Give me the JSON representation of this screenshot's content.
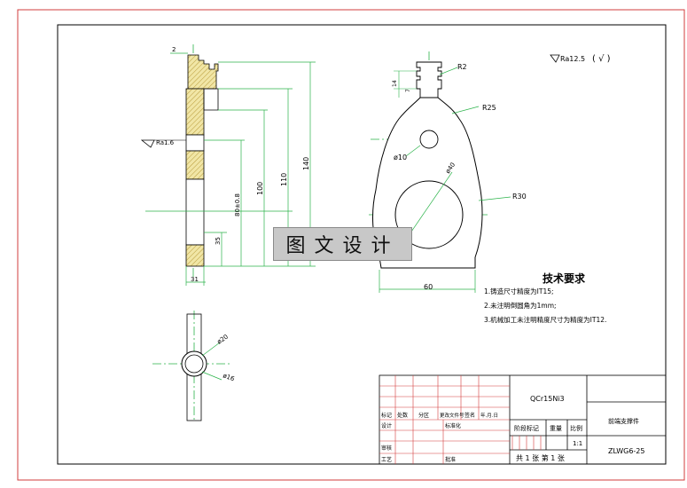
{
  "drawing": {
    "roughness_symbol": "Ra12.5",
    "roughness_check": "( √ )",
    "surface_mark_left": "Ra1.6",
    "dims": {
      "top_gap": "2",
      "total_height": "140",
      "h110": "110",
      "h100": "100",
      "h80": "80±0.8",
      "h35": "35",
      "width_bottom": "31",
      "right_width": "60",
      "r2": "R2",
      "r25": "R25",
      "r30": "R30",
      "hole": "ø10",
      "bore": "ø40",
      "small1": "14",
      "small2": "7",
      "circle_outer": "ø20",
      "circle_inner": "ø16"
    },
    "tech_title": "技术要求",
    "tech_notes": [
      "1.铸造尺寸精度为IT15;",
      "2.未注明倒圆角为1mm;",
      "3.机械加工未注明精度尺寸为精度为IT12."
    ]
  },
  "watermark": "图文设计",
  "title_block": {
    "material": "QCr15Ni3",
    "part_name": "前端支撑件",
    "drawing_no": "ZLWG6-25",
    "scale": "1:1",
    "scale_label": "比例",
    "weight_label": "重量",
    "stage_label": "阶段标记",
    "sheets": "共 1 张    第 1 张",
    "row_labels": [
      "标记",
      "处数",
      "分区",
      "更改文件号",
      "签名",
      "年.月.日"
    ],
    "left_labels": [
      "设计",
      "标准化",
      "审核",
      "工艺",
      "批准"
    ]
  }
}
